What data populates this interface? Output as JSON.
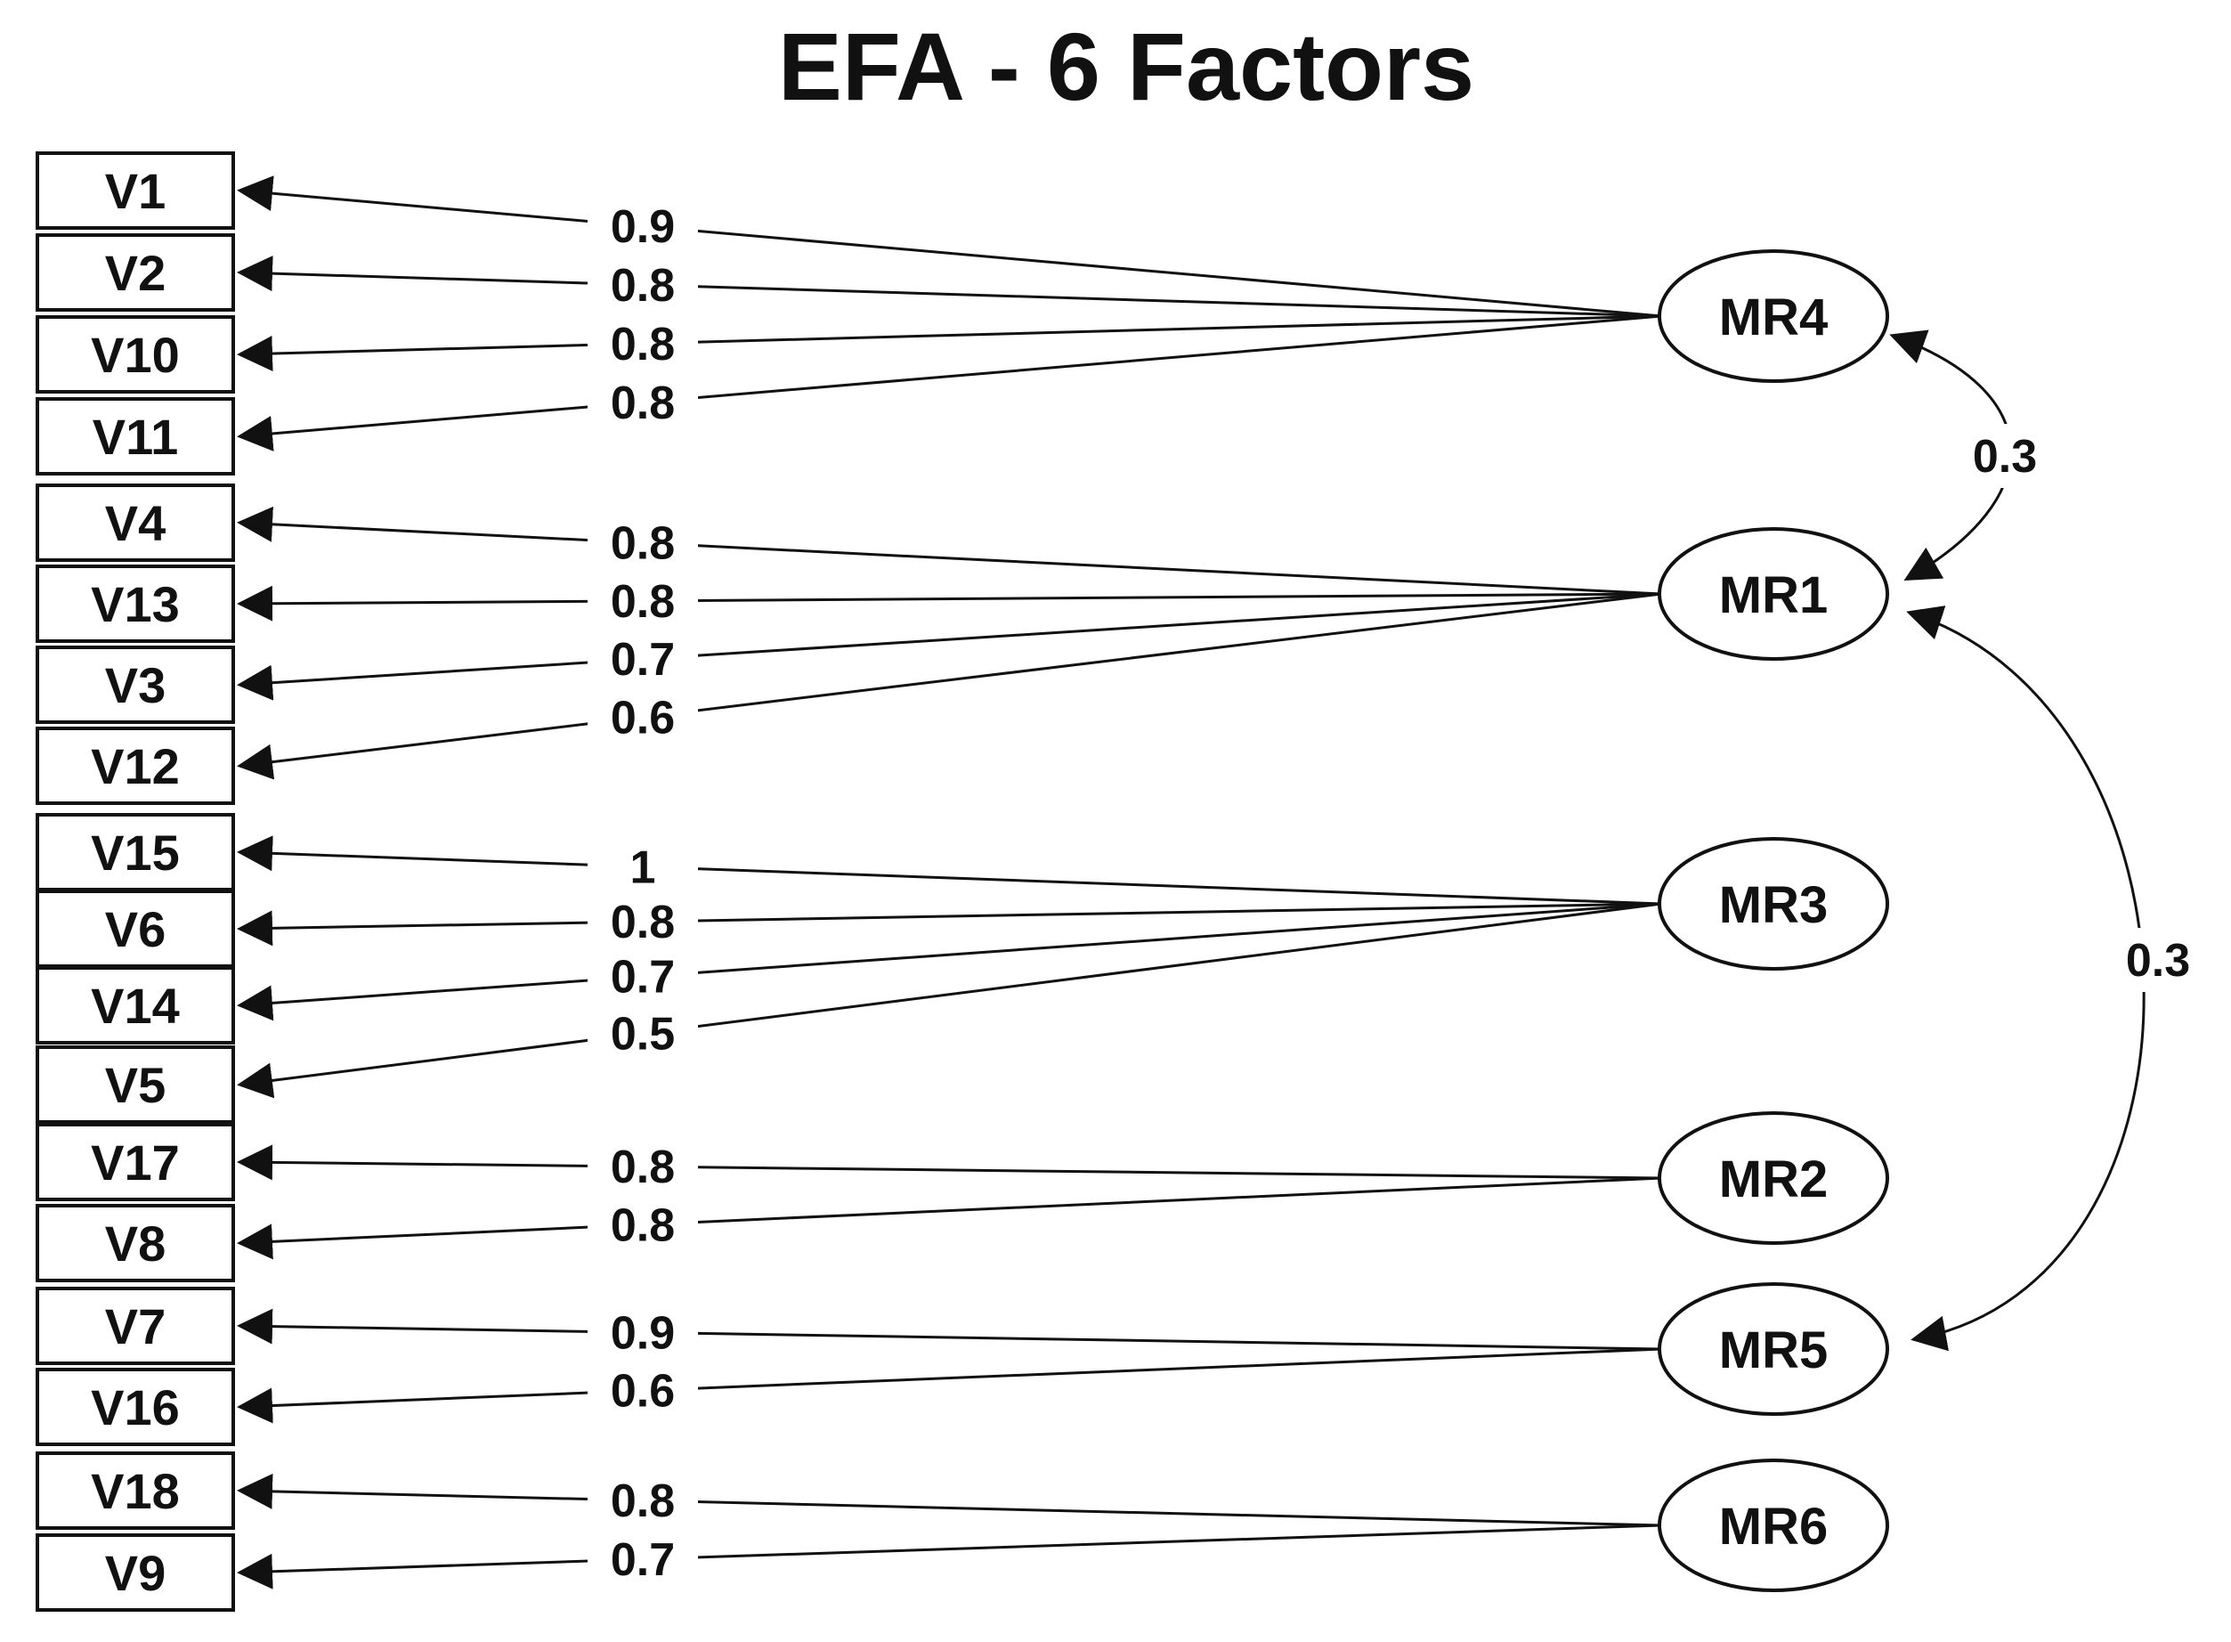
{
  "title": "EFA - 6 Factors",
  "colors": {
    "ink": "#111111",
    "background": "#ffffff"
  },
  "variables": [
    "V1",
    "V2",
    "V10",
    "V11",
    "V4",
    "V13",
    "V3",
    "V12",
    "V15",
    "V6",
    "V14",
    "V5",
    "V17",
    "V8",
    "V7",
    "V16",
    "V18",
    "V9"
  ],
  "factors": [
    "MR4",
    "MR1",
    "MR3",
    "MR2",
    "MR5",
    "MR6"
  ],
  "loadings": [
    {
      "factor": "MR4",
      "variable": "V1",
      "value": "0.9"
    },
    {
      "factor": "MR4",
      "variable": "V2",
      "value": "0.8"
    },
    {
      "factor": "MR4",
      "variable": "V10",
      "value": "0.8"
    },
    {
      "factor": "MR4",
      "variable": "V11",
      "value": "0.8"
    },
    {
      "factor": "MR1",
      "variable": "V4",
      "value": "0.8"
    },
    {
      "factor": "MR1",
      "variable": "V13",
      "value": "0.8"
    },
    {
      "factor": "MR1",
      "variable": "V3",
      "value": "0.7"
    },
    {
      "factor": "MR1",
      "variable": "V12",
      "value": "0.6"
    },
    {
      "factor": "MR3",
      "variable": "V15",
      "value": "1"
    },
    {
      "factor": "MR3",
      "variable": "V6",
      "value": "0.8"
    },
    {
      "factor": "MR3",
      "variable": "V14",
      "value": "0.7"
    },
    {
      "factor": "MR3",
      "variable": "V5",
      "value": "0.5"
    },
    {
      "factor": "MR2",
      "variable": "V17",
      "value": "0.8"
    },
    {
      "factor": "MR2",
      "variable": "V8",
      "value": "0.8"
    },
    {
      "factor": "MR5",
      "variable": "V7",
      "value": "0.9"
    },
    {
      "factor": "MR5",
      "variable": "V16",
      "value": "0.6"
    },
    {
      "factor": "MR6",
      "variable": "V18",
      "value": "0.8"
    },
    {
      "factor": "MR6",
      "variable": "V9",
      "value": "0.7"
    }
  ],
  "correlations": [
    {
      "from": "MR4",
      "to": "MR1",
      "value": "0.3"
    },
    {
      "from": "MR1",
      "to": "MR5",
      "value": "0.3"
    }
  ]
}
